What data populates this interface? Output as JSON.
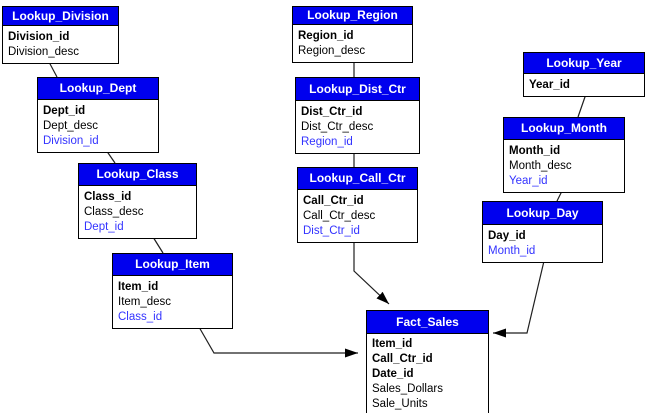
{
  "diagram": {
    "type": "entity-relationship-schema",
    "tables": [
      {
        "name": "Lookup_Division",
        "fields": [
          {
            "text": "Division_id",
            "role": "pk"
          },
          {
            "text": "Division_desc",
            "role": "normal"
          }
        ]
      },
      {
        "name": "Lookup_Dept",
        "fields": [
          {
            "text": "Dept_id",
            "role": "pk"
          },
          {
            "text": "Dept_desc",
            "role": "normal"
          },
          {
            "text": "Division_id",
            "role": "fk"
          }
        ]
      },
      {
        "name": "Lookup_Class",
        "fields": [
          {
            "text": "Class_id",
            "role": "pk"
          },
          {
            "text": "Class_desc",
            "role": "normal"
          },
          {
            "text": "Dept_id",
            "role": "fk"
          }
        ]
      },
      {
        "name": "Lookup_Item",
        "fields": [
          {
            "text": "Item_id",
            "role": "pk"
          },
          {
            "text": "Item_desc",
            "role": "normal"
          },
          {
            "text": "Class_id",
            "role": "fk"
          }
        ]
      },
      {
        "name": "Lookup_Region",
        "fields": [
          {
            "text": "Region_id",
            "role": "pk"
          },
          {
            "text": "Region_desc",
            "role": "normal"
          }
        ]
      },
      {
        "name": "Lookup_Dist_Ctr",
        "fields": [
          {
            "text": "Dist_Ctr_id",
            "role": "pk"
          },
          {
            "text": "Dist_Ctr_desc",
            "role": "normal"
          },
          {
            "text": "Region_id",
            "role": "fk"
          }
        ]
      },
      {
        "name": "Lookup_Call_Ctr",
        "fields": [
          {
            "text": "Call_Ctr_id",
            "role": "pk"
          },
          {
            "text": "Call_Ctr_desc",
            "role": "normal"
          },
          {
            "text": "Dist_Ctr_id",
            "role": "fk"
          }
        ]
      },
      {
        "name": "Lookup_Year",
        "fields": [
          {
            "text": "Year_id",
            "role": "pk"
          }
        ]
      },
      {
        "name": "Lookup_Month",
        "fields": [
          {
            "text": "Month_id",
            "role": "pk"
          },
          {
            "text": "Month_desc",
            "role": "normal"
          },
          {
            "text": "Year_id",
            "role": "fk"
          }
        ]
      },
      {
        "name": "Lookup_Day",
        "fields": [
          {
            "text": "Day_id",
            "role": "pk"
          },
          {
            "text": "Month_id",
            "role": "fk"
          }
        ]
      },
      {
        "name": "Fact_Sales",
        "fields": [
          {
            "text": "Item_id",
            "role": "pk"
          },
          {
            "text": "Call_Ctr_id",
            "role": "pk"
          },
          {
            "text": "Date_id",
            "role": "pk"
          },
          {
            "text": "Sales_Dollars",
            "role": "normal"
          },
          {
            "text": "Sale_Units",
            "role": "normal"
          }
        ]
      }
    ],
    "connectors": [
      {
        "from": "Lookup_Division",
        "to": "Lookup_Dept",
        "arrow": false
      },
      {
        "from": "Lookup_Dept",
        "to": "Lookup_Class",
        "arrow": false
      },
      {
        "from": "Lookup_Class",
        "to": "Lookup_Item",
        "arrow": false
      },
      {
        "from": "Lookup_Item",
        "to": "Fact_Sales",
        "arrow": true
      },
      {
        "from": "Lookup_Region",
        "to": "Lookup_Dist_Ctr",
        "arrow": false
      },
      {
        "from": "Lookup_Dist_Ctr",
        "to": "Lookup_Call_Ctr",
        "arrow": false
      },
      {
        "from": "Lookup_Call_Ctr",
        "to": "Fact_Sales",
        "arrow": true
      },
      {
        "from": "Lookup_Year",
        "to": "Lookup_Month",
        "arrow": false
      },
      {
        "from": "Lookup_Month",
        "to": "Lookup_Day",
        "arrow": false
      },
      {
        "from": "Lookup_Day",
        "to": "Fact_Sales",
        "arrow": true
      }
    ],
    "colors": {
      "header_bg": "#0000EE",
      "header_text": "#FFFFFF",
      "fk_text": "#3333FF",
      "line": "#1F1F1F",
      "box_border": "#000000",
      "box_bg": "#FFFFFF"
    }
  }
}
